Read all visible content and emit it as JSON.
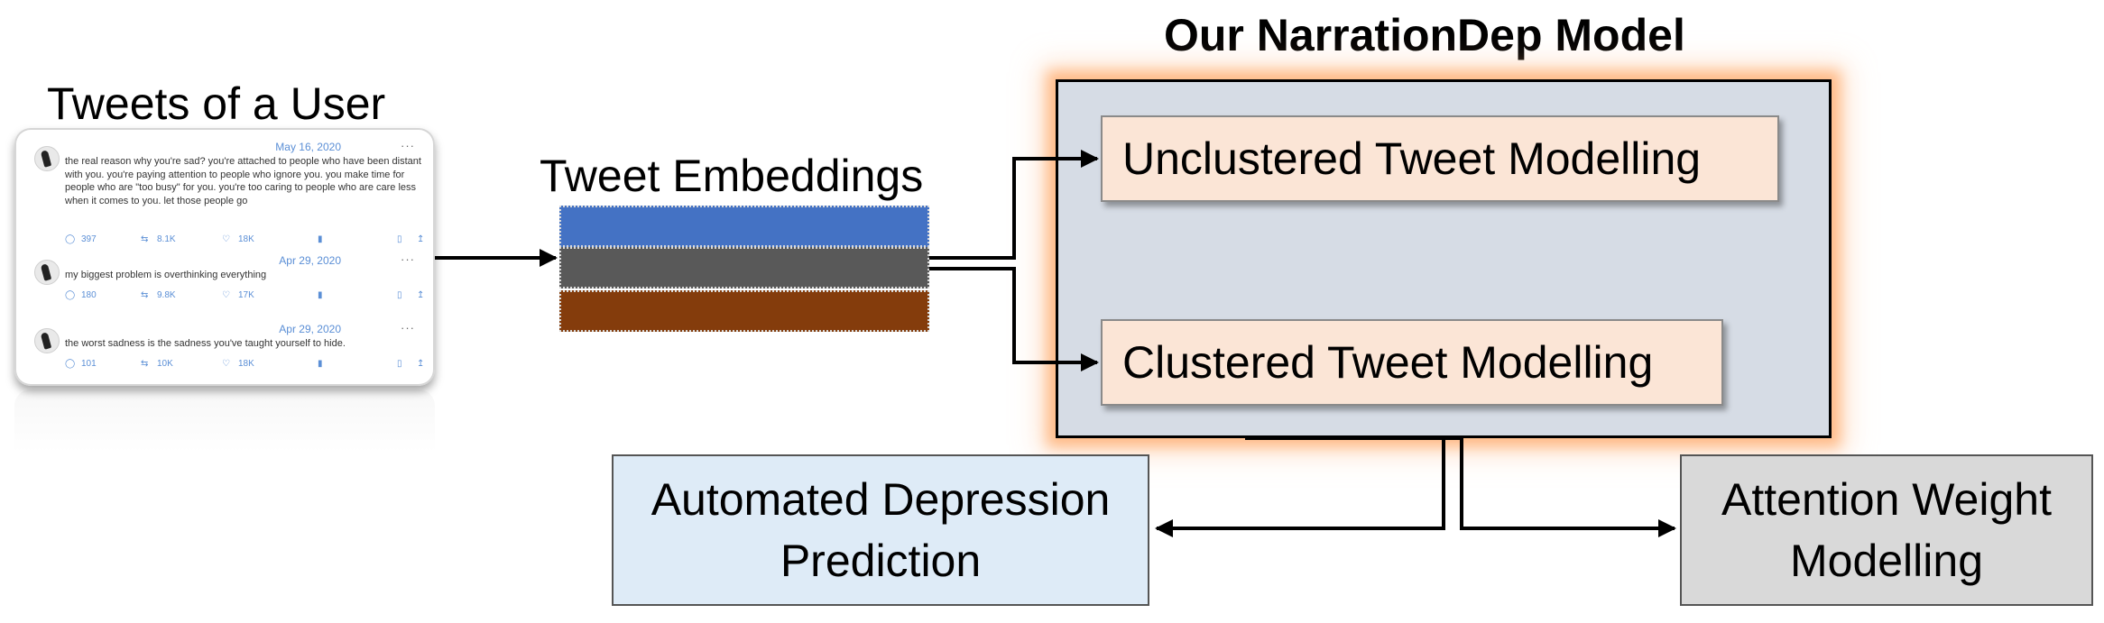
{
  "labels": {
    "tweets_title": "Tweets of a User",
    "embeddings_title": "Tweet Embeddings",
    "model_title": "Our NarrationDep Model",
    "unclustered": "Unclustered Tweet Modelling",
    "clustered": "Clustered Tweet Modelling",
    "depression_line1": "Automated Depression",
    "depression_line2": "Prediction",
    "attention_line1": "Attention Weight",
    "attention_line2": "Modelling"
  },
  "tweets": [
    {
      "date": "May 16, 2020",
      "more": "···",
      "text": "the real reason why you're sad? you're attached to people who have been distant with you. you're paying attention to people who ignore you. you make time for people who are \"too busy\" for you. you're too caring to people who are care less when it comes to you. let those people go",
      "replies": "397",
      "retweets": "8.1K",
      "likes": "18K"
    },
    {
      "date": "Apr 29, 2020",
      "more": "···",
      "text": "my biggest problem is overthinking everything",
      "replies": "180",
      "retweets": "9.8K",
      "likes": "17K"
    },
    {
      "date": "Apr 29, 2020",
      "more": "···",
      "text": "the worst sadness is the sadness you've taught yourself to hide.",
      "replies": "101",
      "retweets": "10K",
      "likes": "18K"
    }
  ],
  "colors": {
    "embedding_1": "#4472c4",
    "embedding_2": "#595959",
    "embedding_3": "#843c0c",
    "model_fill": "#d6dce5",
    "module_fill": "#fbe5d6",
    "prediction_fill": "#deebf7",
    "attention_fill": "#d9d9d9",
    "glow": "#ff9a4a"
  },
  "icons": [
    "reply-icon",
    "retweet-icon",
    "like-icon",
    "analytics-icon",
    "bookmark-icon",
    "share-icon",
    "avatar"
  ]
}
